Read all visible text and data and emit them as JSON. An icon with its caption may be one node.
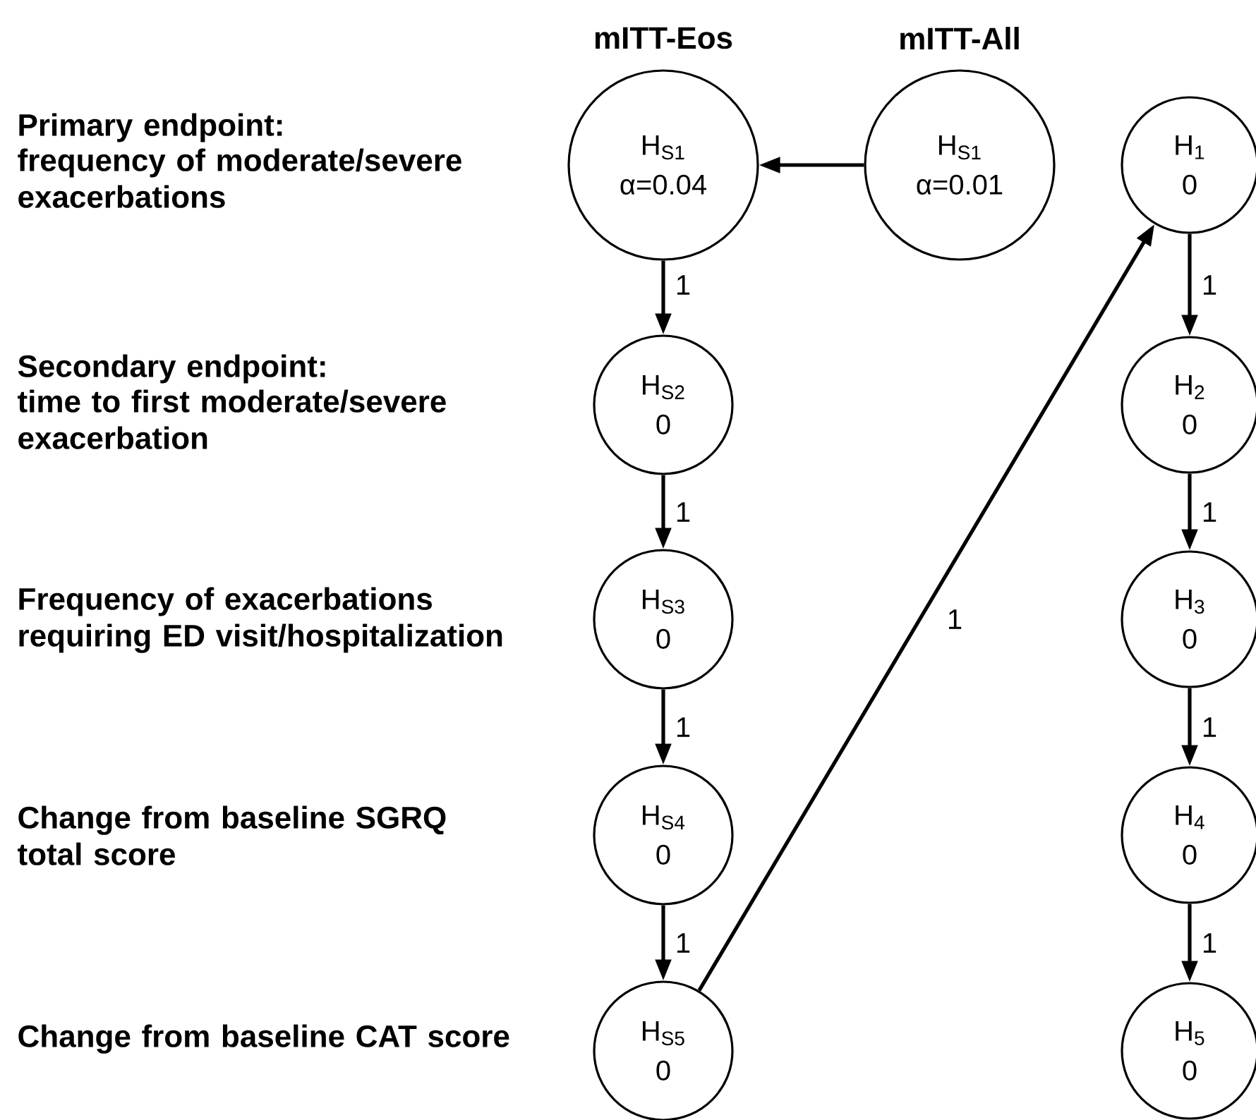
{
  "diagram": {
    "nodes": [
      {
        "text": [
          "H$_{S1}$",
          "α=0.04"
        ]
      },
      {
        "text": [
          "H$_{S1}$",
          "α=0.01"
        ]
      },
      {
        "text": [
          "H$_{1}$",
          "0"
        ]
      },
      {
        "text": [
          "H$_{S2}$",
          "0"
        ]
      },
      {
        "text": [
          "H$_{2}$",
          "0"
        ]
      },
      {
        "text": [
          "H$_{S3}$",
          "0"
        ]
      },
      {
        "text": [
          "H$_{3}$",
          "0"
        ]
      },
      {
        "text": [
          "H$_{S4}$",
          "0"
        ]
      },
      {
        "text": [
          "H$_{4}$",
          "0"
        ]
      },
      {
        "text": [
          "H$_{S5}$",
          "0"
        ]
      },
      {
        "text": [
          "H$_{5}$",
          "0"
        ]
      }
    ],
    "edges": [
      {
        "from": 1,
        "to": 0,
        "arrow": "to"
      },
      {
        "from": 0,
        "to": 3,
        "arrow": "to",
        "label": "1"
      },
      {
        "from": 3,
        "to": 5,
        "arrow": "to",
        "label": "1"
      },
      {
        "from": 5,
        "to": 7,
        "arrow": "to",
        "label": "1"
      },
      {
        "from": 7,
        "to": 9,
        "arrow": "to",
        "label": "1"
      },
      {
        "from": 9,
        "to": 2,
        "arrow": "to",
        "label": "1"
      },
      {
        "from": 2,
        "to": 4,
        "arrow": "to",
        "label": "1"
      },
      {
        "from": 4,
        "to": 6,
        "arrow": "to",
        "label": "1"
      },
      {
        "from": 6,
        "to": 8,
        "arrow": "to",
        "label": "1"
      },
      {
        "from": 8,
        "to": 10,
        "arrow": "to",
        "label": "1"
      }
    ],
    "labels": [
      "mITT-Eos",
      "mITT-All",
      "Primary endpoint:",
      "frequency of moderate/severe exacerbations",
      "Secondary endpoint:",
      "time to first moderate/severe exacerbation",
      "Frequency of exacerbations requiring ED visit/hospitalization",
      "Change from baseline SGRQ total score",
      "Change from baseline CAT score"
    ]
  }
}
